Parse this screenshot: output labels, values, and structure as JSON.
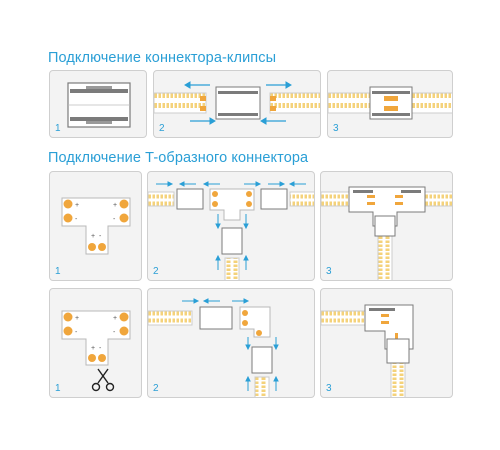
{
  "section1": {
    "title": "Подключение коннектора-клипсы"
  },
  "section2": {
    "title": "Подключение T-образного коннектора"
  },
  "steps": {
    "s1": "1",
    "s2": "2",
    "s3": "3"
  },
  "pins": {
    "plus": "+",
    "minus": "-"
  },
  "colors": {
    "accent": "#2a9fd6",
    "panel_bg": "#f3f3f3",
    "panel_border": "#cfcfcf",
    "pad": "#f0a63c",
    "led": "#f4d27a",
    "connector": "#7b7b7b"
  },
  "icons": {
    "arrow": "arrow-icon",
    "scissors": "scissors-icon"
  }
}
